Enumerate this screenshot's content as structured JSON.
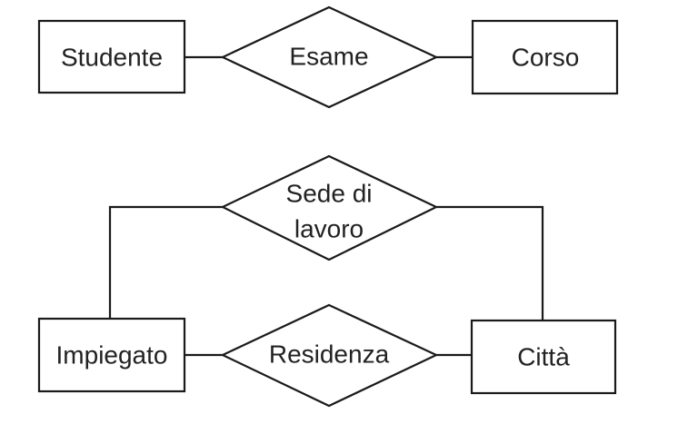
{
  "diagram": {
    "type": "er-diagram",
    "entities": {
      "studente": "Studente",
      "corso": "Corso",
      "impiegato": "Impiegato",
      "citta": "Città"
    },
    "relationships": {
      "esame": "Esame",
      "sede_di_lavoro_line1": "Sede di",
      "sede_di_lavoro_line2": "lavoro",
      "residenza": "Residenza"
    },
    "connections": [
      [
        "Studente",
        "Esame"
      ],
      [
        "Esame",
        "Corso"
      ],
      [
        "Impiegato",
        "Sede di lavoro"
      ],
      [
        "Sede di lavoro",
        "Città"
      ],
      [
        "Impiegato",
        "Residenza"
      ],
      [
        "Residenza",
        "Città"
      ]
    ]
  }
}
